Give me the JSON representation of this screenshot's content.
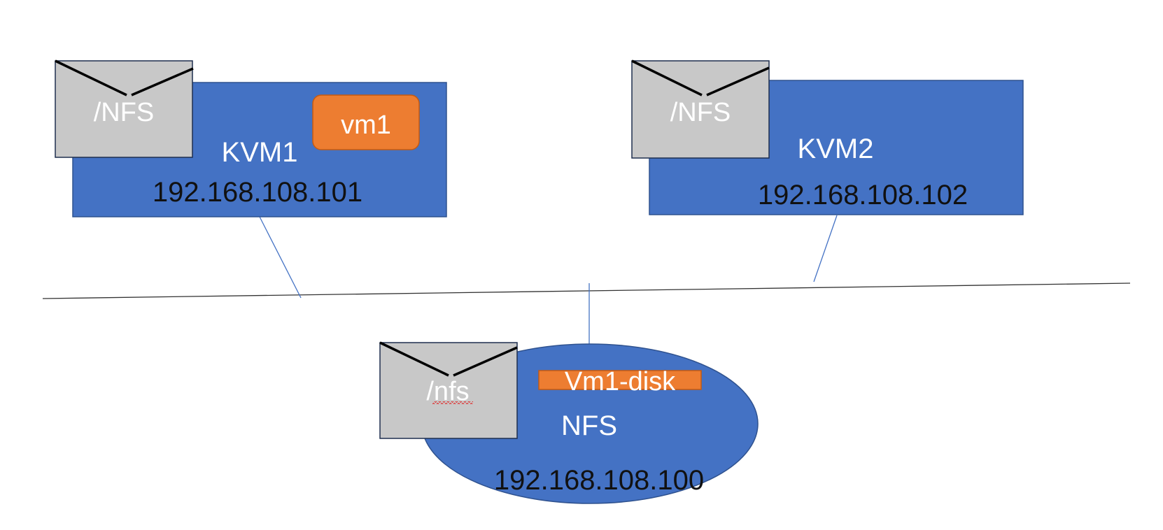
{
  "colors": {
    "host_blue": "#4472C4",
    "host_border": "#2F528F",
    "vm_orange": "#ED7D31",
    "vm_border": "#C55A11",
    "mount_grey": "#C8C8C8",
    "line_blue": "#4472C4",
    "bus_dark": "#333333",
    "spellcheck_red": "#E02020"
  },
  "icons": {
    "mount_envelope": "envelope-icon"
  },
  "hosts": {
    "kvm1": {
      "name": "KVM1",
      "ip": "192.168.108.101",
      "mount": "/NFS",
      "vm": "vm1"
    },
    "kvm2": {
      "name": "KVM2",
      "ip": "192.168.108.102",
      "mount": "/NFS"
    }
  },
  "nfs_server": {
    "name": "NFS",
    "ip": "192.168.108.100",
    "mount": "/nfs",
    "disk": "Vm1-disk"
  }
}
